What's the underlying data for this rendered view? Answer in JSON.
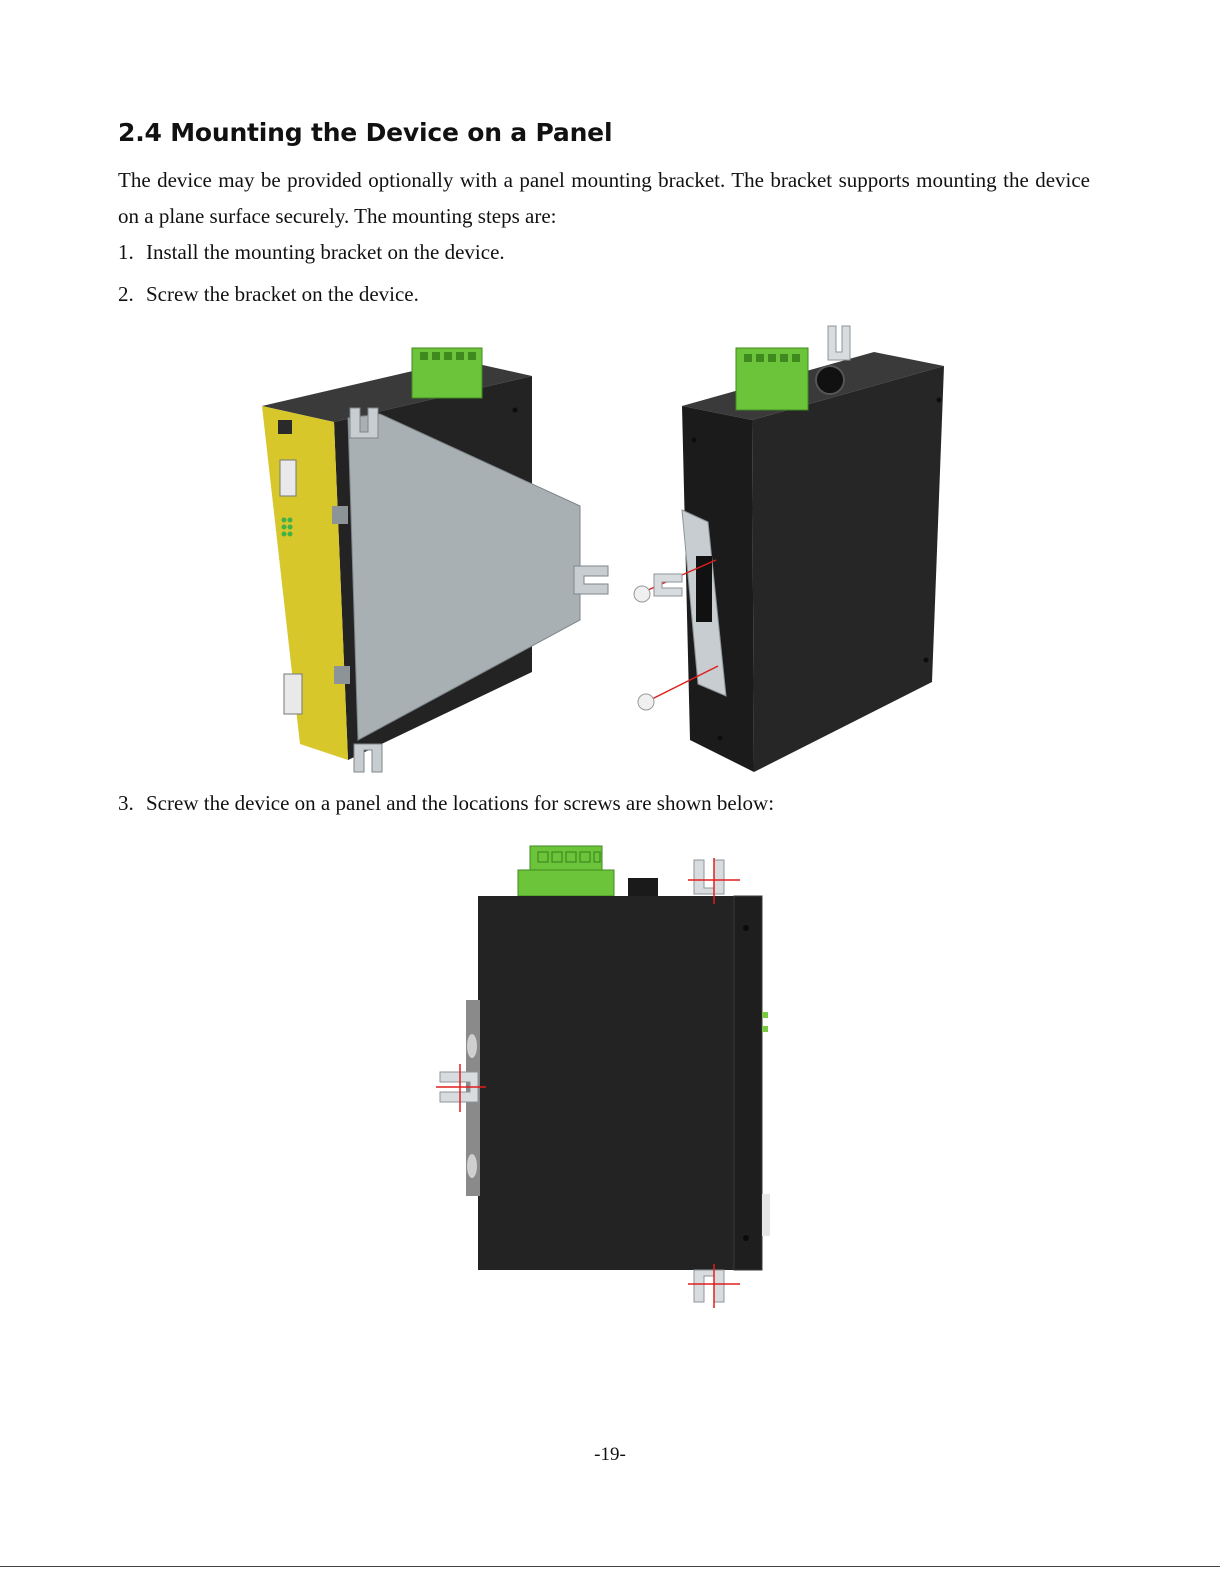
{
  "section": {
    "heading": "2.4 Mounting the Device on a Panel",
    "intro": "The device may be provided optionally with a panel mounting bracket. The bracket supports mounting the device on a plane surface securely. The mounting steps are:"
  },
  "steps": [
    {
      "num": "1.",
      "text": "Install the mounting bracket on the device."
    },
    {
      "num": "2.",
      "text": "Screw the bracket on the device."
    },
    {
      "num": "3.",
      "text": "Screw the device on a panel and the locations for screws are shown below:"
    }
  ],
  "figures": {
    "bracket_install": "illustration",
    "panel_screw_locations": "illustration"
  },
  "colors": {
    "device_body": "#232323",
    "front_panel": "#d8c72a",
    "terminal_block": "#6cc43a",
    "bracket": "#a9b0b4",
    "crosshair": "#e01e1e"
  },
  "footer": {
    "page_number": "-19-"
  }
}
